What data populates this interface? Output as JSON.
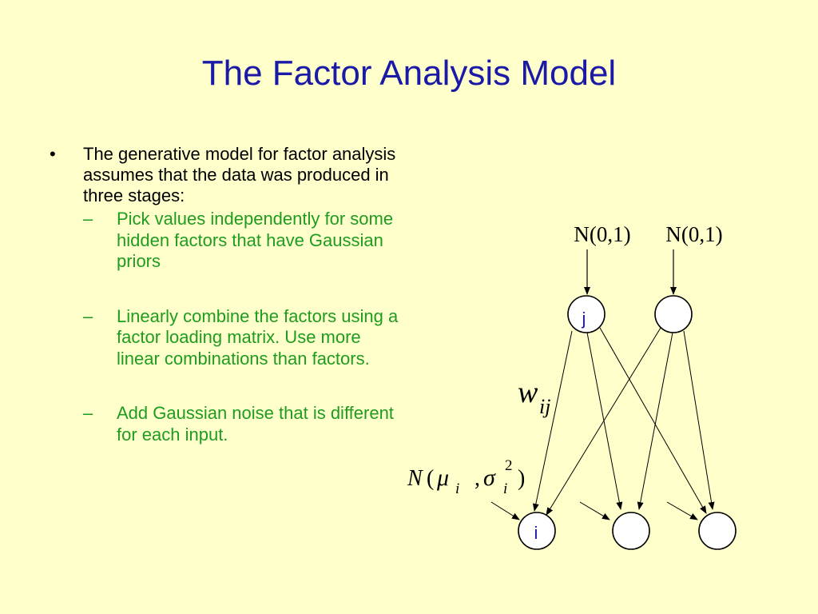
{
  "slide": {
    "title": "The Factor Analysis Model",
    "bullet": {
      "marker": "•",
      "text": "The generative model for factor analysis assumes that the data was produced in three stages:"
    },
    "sub_bullets": [
      {
        "marker": "–",
        "text": "Pick values independently for some hidden factors that have Gaussian priors"
      },
      {
        "marker": "–",
        "text": "Linearly combine the factors using a factor loading matrix. Use more linear combinations than factors."
      },
      {
        "marker": "–",
        "text": "Add Gaussian noise that is different for each input."
      }
    ]
  },
  "diagram": {
    "prior_labels": [
      "N(0,1)",
      "N(0,1)"
    ],
    "hidden_node_labels": [
      "j",
      ""
    ],
    "visible_node_labels": [
      "i",
      "",
      ""
    ],
    "weight_label": "w_ij",
    "noise_label": "N(μ_i, σ_i²)",
    "colors": {
      "node_label": "#1a1aa6",
      "title": "#1a1aa6",
      "sub_bullet": "#1f9c1f",
      "background": "#ffffcc"
    }
  }
}
